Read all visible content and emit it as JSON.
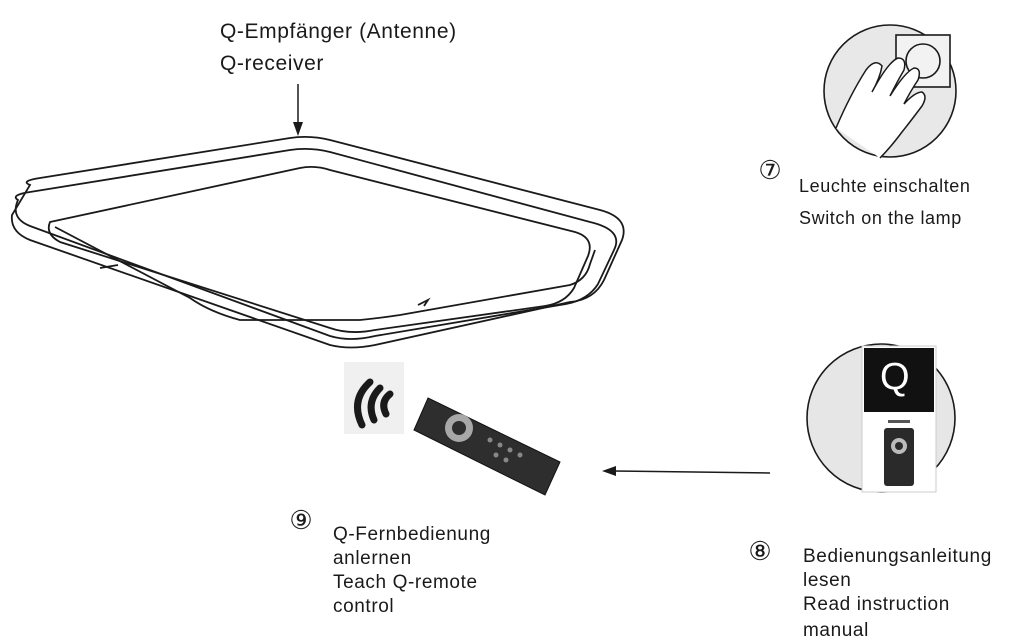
{
  "receiver": {
    "label_de": "Q-Empfänger (Antenne)",
    "label_en": "Q-receiver"
  },
  "steps": [
    {
      "number": "⑦",
      "text_de": "Leuchte einschalten",
      "text_en": "Switch on the lamp"
    },
    {
      "number": "⑧",
      "text_de_1": "Bedienungsanleitung",
      "text_de_2": "lesen",
      "text_en_1": "Read instruction",
      "text_en_2": "manual"
    },
    {
      "number": "⑨",
      "text_de_1": "Q-Fernbedienung",
      "text_de_2": "anlernen",
      "text_en_1": "Teach Q-remote",
      "text_en_2": "control"
    }
  ],
  "manual_cover_letter": "Q",
  "colors": {
    "ink": "#1a1a1a",
    "circle_bg": "#e6e6e6",
    "cover_dark": "#111111"
  },
  "icons": [
    "down-arrow-icon",
    "lamp-icon",
    "hand-switch-icon",
    "manual-icon",
    "signal-waves-icon",
    "remote-control-icon",
    "left-arrow-icon"
  ]
}
